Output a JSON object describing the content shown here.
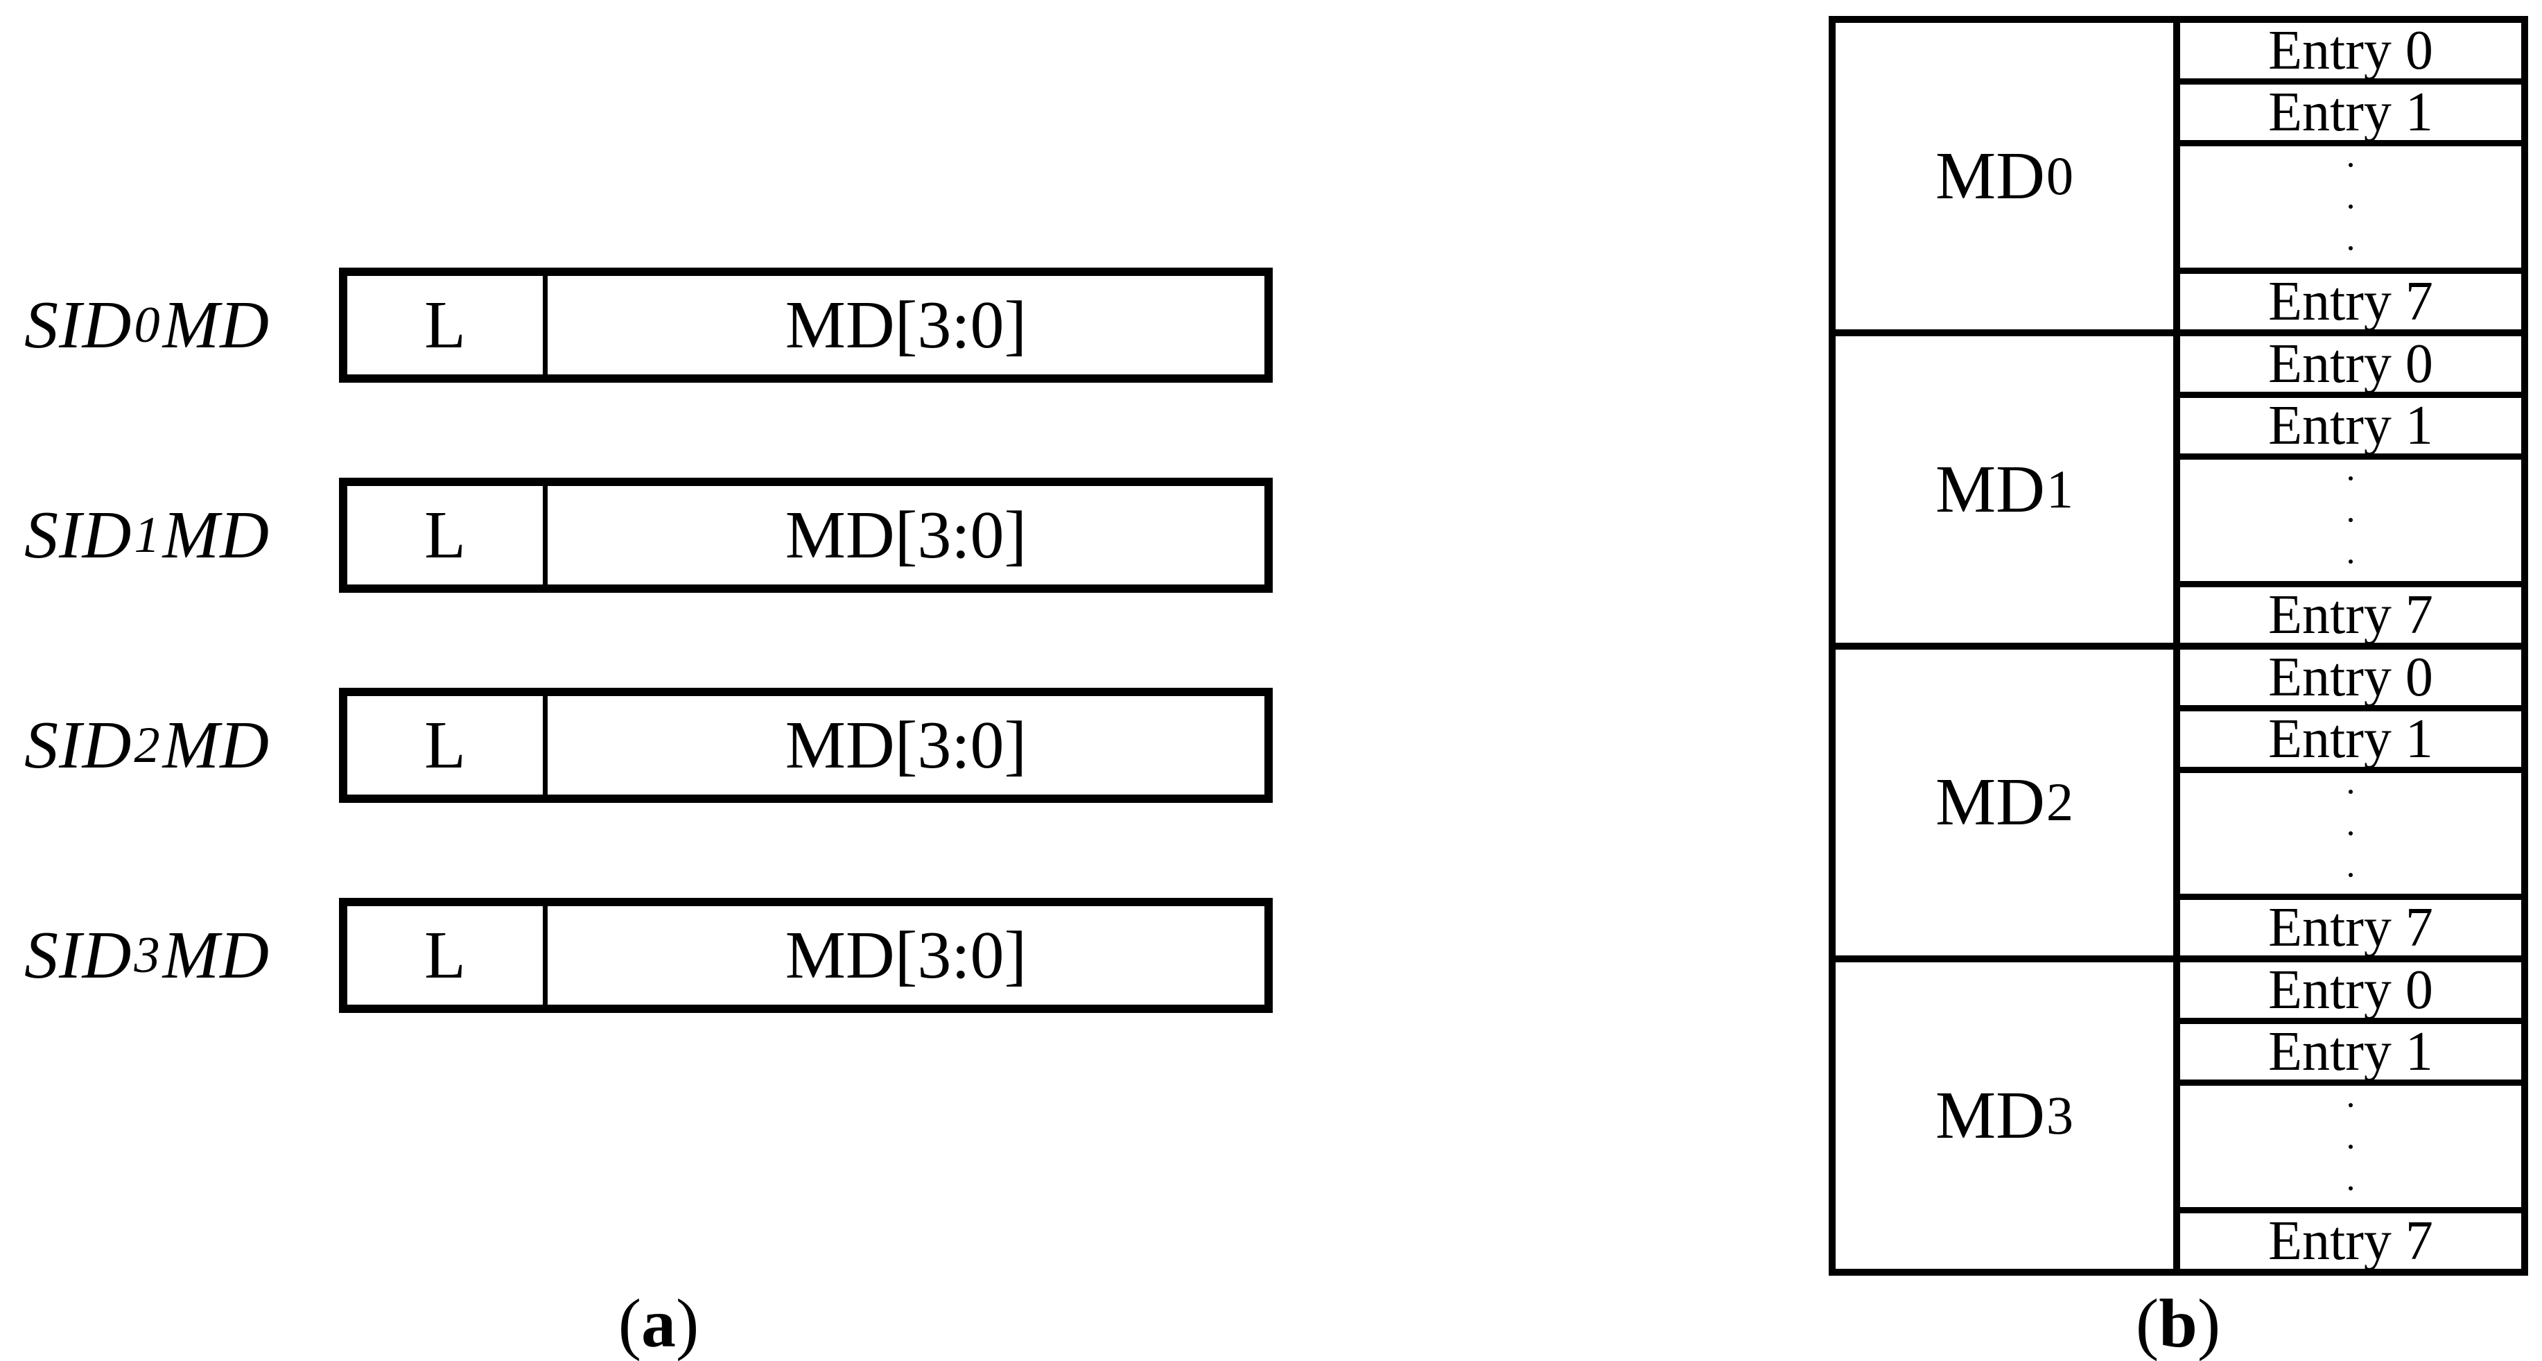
{
  "colors": {
    "ink": "#000000",
    "paper": "#ffffff"
  },
  "panel_a": {
    "caption": {
      "open": "(",
      "letter": "a",
      "close": ")"
    },
    "registers": [
      {
        "name_prefix": "SID",
        "name_sub": "0",
        "name_suffix": "MD",
        "lock_field": "L",
        "mode_field": "MD[3:0]"
      },
      {
        "name_prefix": "SID",
        "name_sub": "1",
        "name_suffix": "MD",
        "lock_field": "L",
        "mode_field": "MD[3:0]"
      },
      {
        "name_prefix": "SID",
        "name_sub": "2",
        "name_suffix": "MD",
        "lock_field": "L",
        "mode_field": "MD[3:0]"
      },
      {
        "name_prefix": "SID",
        "name_sub": "3",
        "name_suffix": "MD",
        "lock_field": "L",
        "mode_field": "MD[3:0]"
      }
    ]
  },
  "panel_b": {
    "caption": {
      "open": "(",
      "letter": "b",
      "close": ")"
    },
    "blocks": [
      {
        "name_prefix": "MD",
        "name_sub": "0",
        "entry_first": "Entry 0",
        "entry_second": "Entry 1",
        "entry_last": "Entry 7"
      },
      {
        "name_prefix": "MD",
        "name_sub": "1",
        "entry_first": "Entry 0",
        "entry_second": "Entry 1",
        "entry_last": "Entry 7"
      },
      {
        "name_prefix": "MD",
        "name_sub": "2",
        "entry_first": "Entry 0",
        "entry_second": "Entry 1",
        "entry_last": "Entry 7"
      },
      {
        "name_prefix": "MD",
        "name_sub": "3",
        "entry_first": "Entry 0",
        "entry_second": "Entry 1",
        "entry_last": "Entry 7"
      }
    ]
  }
}
